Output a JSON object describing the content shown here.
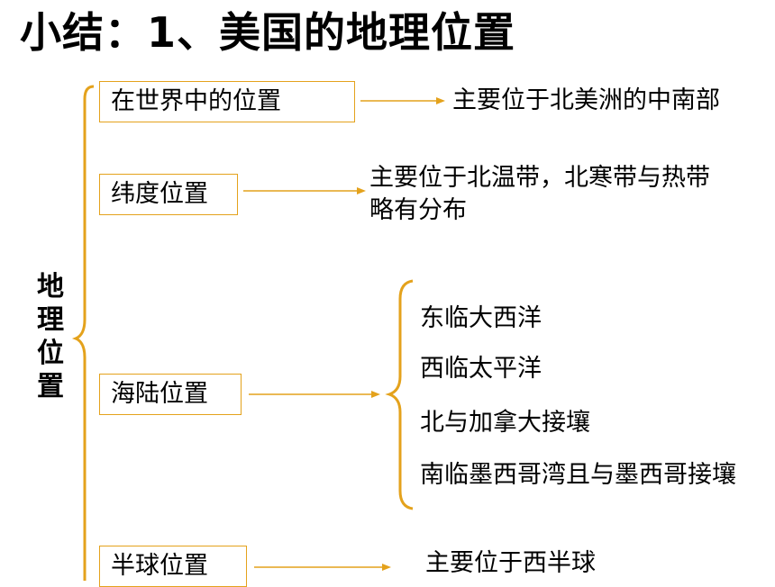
{
  "title": "小结：1、美国的地理位置",
  "root_label": "地理位置",
  "branches": [
    {
      "label": "在世界中的位置",
      "detail": [
        "主要位于北美洲的中南部"
      ]
    },
    {
      "label": "纬度位置",
      "detail": [
        "主要位于北温带，北寒带与热带",
        "略有分布"
      ]
    },
    {
      "label": "海陆位置",
      "detail": [
        "东临大西洋",
        "西临太平洋",
        "北与加拿大接壤",
        "南临墨西哥湾且与墨西哥接壤"
      ]
    },
    {
      "label": "半球位置",
      "detail": [
        "主要位于西半球"
      ]
    }
  ],
  "colors": {
    "line": "#e4a21c",
    "box_border": "#e4a21c"
  }
}
